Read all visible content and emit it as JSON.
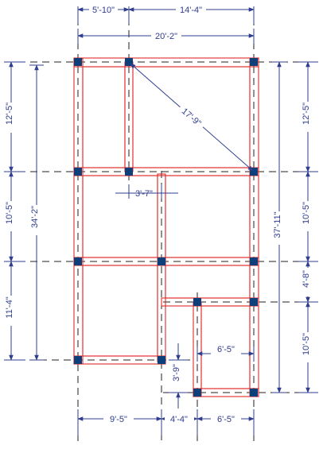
{
  "colors": {
    "dimension": "#2f3d8f",
    "wall": "#e22b2b",
    "column": "#0d3f7a",
    "gridline": "#222222"
  },
  "dimensions": {
    "top_left": "5'-10\"",
    "top_right": "14'-4\"",
    "top_total": "20'-2\"",
    "diagonal": "17'-9\"",
    "interior_span": "3'-7\"",
    "left_top": "12'-5\"",
    "left_middle": "10'-5\"",
    "left_bottom": "11'-4\"",
    "left_total": "34'-2\"",
    "right_top": "12'-5\"",
    "right_middle": "10'-5\"",
    "right_small": "4'-8\"",
    "right_bottom": "10'-5\"",
    "right_total": "37'-11\"",
    "inner_bay": "6'-5\"",
    "small_vertical": "3'-9\"",
    "bottom_left": "9'-5\"",
    "bottom_middle": "4'-4\"",
    "bottom_right": "6'-5\""
  }
}
